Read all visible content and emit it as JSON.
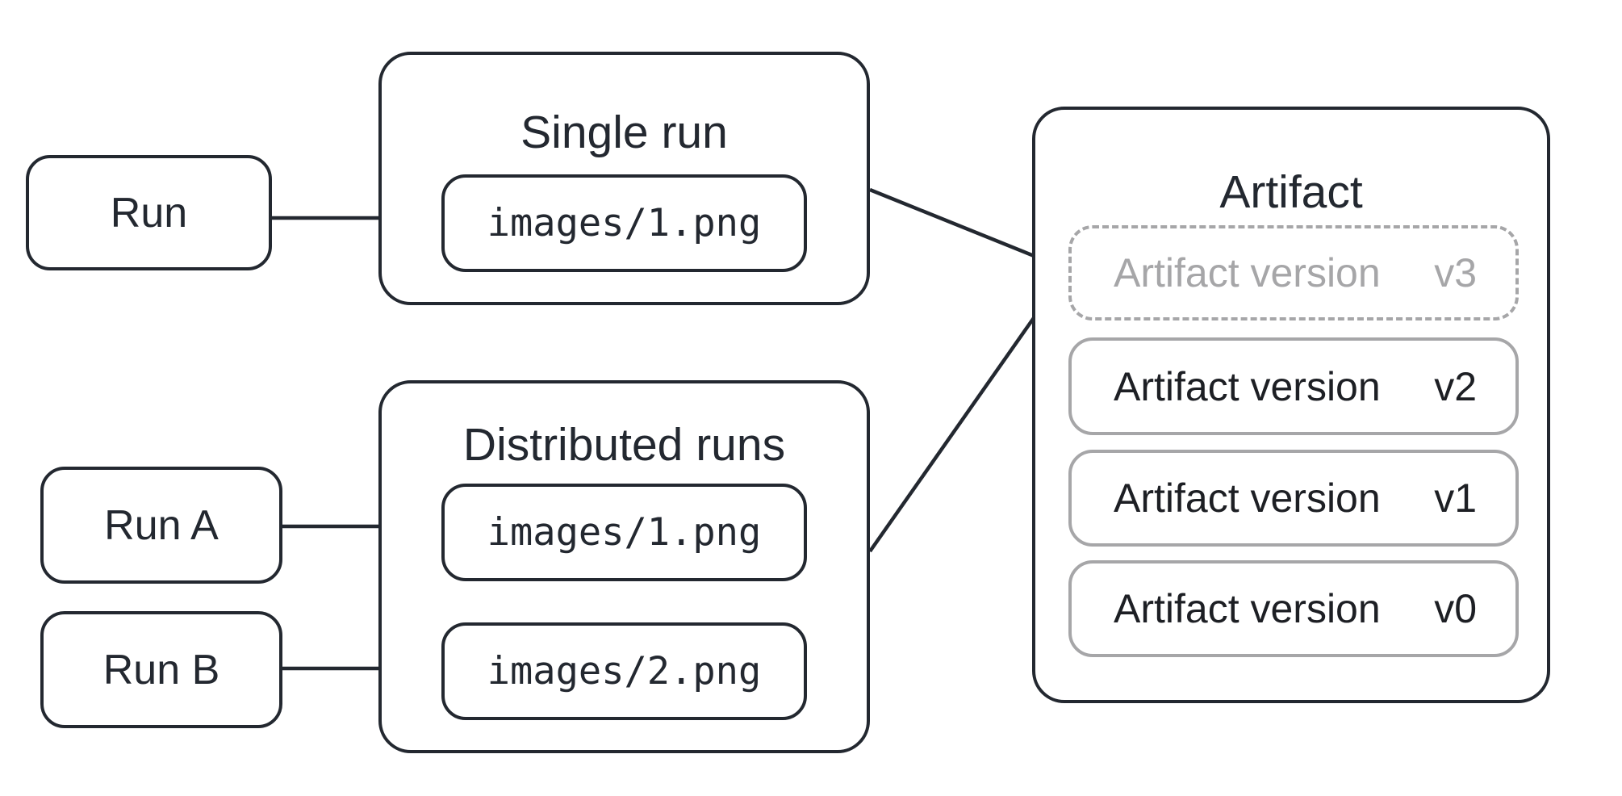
{
  "diagram": {
    "background": "#ffffff",
    "colors": {
      "primary_stroke": "#232830",
      "muted_stroke": "#a6a6a8",
      "muted_text": "#a6a6a8",
      "dark_text": "#1d1f24"
    },
    "runs": {
      "single": {
        "label": "Run"
      },
      "distributed_a": {
        "label": "Run A"
      },
      "distributed_b": {
        "label": "Run B"
      }
    },
    "single_run_group": {
      "title": "Single run",
      "file": "images/1.png"
    },
    "distributed_group": {
      "title": "Distributed runs",
      "files": [
        "images/1.png",
        "images/2.png"
      ]
    },
    "artifact": {
      "title": "Artifact",
      "versions": [
        {
          "name": "Artifact version",
          "tag": "v3",
          "state": "pending"
        },
        {
          "name": "Artifact version",
          "tag": "v2",
          "state": "committed"
        },
        {
          "name": "Artifact version",
          "tag": "v1",
          "state": "committed"
        },
        {
          "name": "Artifact version",
          "tag": "v0",
          "state": "committed"
        }
      ]
    }
  }
}
